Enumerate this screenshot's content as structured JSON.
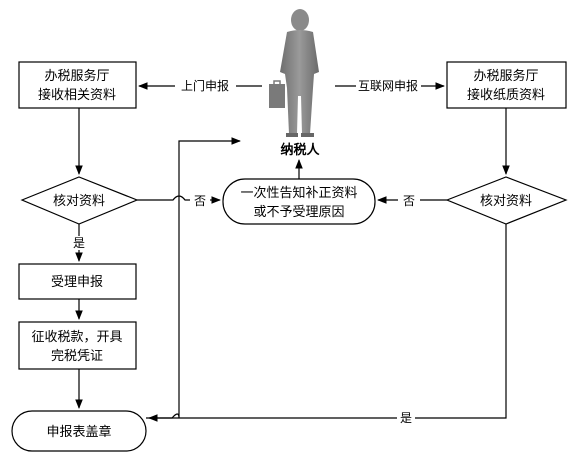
{
  "person": {
    "label": "纳税人"
  },
  "left": {
    "receive": [
      "办税服务厅",
      "接收相关资料"
    ],
    "check": "核对资料",
    "accept": "受理申报",
    "collect": [
      "征收税款，开具",
      "完税凭证"
    ],
    "stamp": "申报表盖章"
  },
  "right": {
    "receive": [
      "办税服务厅",
      "接收纸质资料"
    ],
    "check": "核对资料"
  },
  "center": {
    "notice": [
      "一次性告知补正资料",
      "或不予受理原因"
    ]
  },
  "edges": {
    "door": "上门申报",
    "internet": "互联网申报",
    "no_left": "否",
    "no_right": "否",
    "yes_left": "是",
    "yes_right": "是"
  }
}
